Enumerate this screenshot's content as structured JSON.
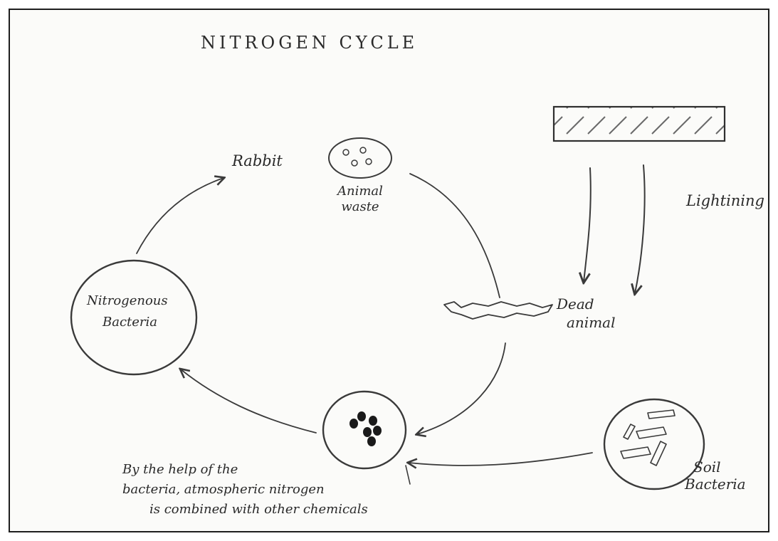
{
  "title": "NITROGEN CYCLE",
  "nodes": {
    "rabbit": "Rabbit",
    "animal_waste": [
      "Animal",
      "waste"
    ],
    "lightning": "Lightining",
    "dead_animal": [
      "Dead",
      "animal"
    ],
    "nitrogenous_bacteria": [
      "Nitrogenous",
      "Bacteria"
    ],
    "soil_bacteria": [
      "Soil",
      "Bacteria"
    ]
  },
  "caption": [
    "By the help of the",
    "bacteria, atmospheric nitrogen",
    "is combined with other chemicals"
  ],
  "colors": {
    "pencil": "#3a3a3a",
    "ink": "#1a1a1a",
    "paper": "#fbfbf9"
  }
}
